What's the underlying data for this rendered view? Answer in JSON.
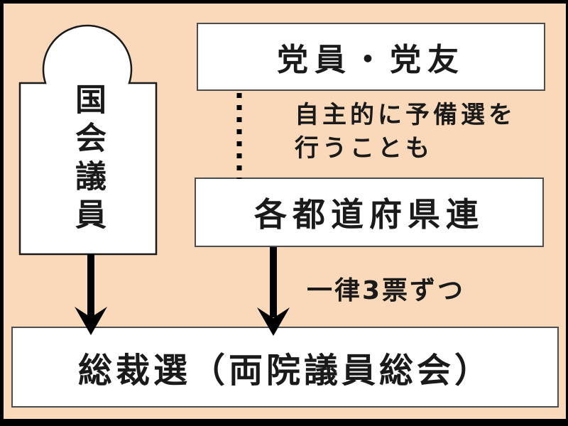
{
  "diagram": {
    "title_implicit": "自民党総裁選の仕組み",
    "nodes": {
      "diet_members": {
        "label": "国会議員"
      },
      "party_members": {
        "label": "党員・党友"
      },
      "prefectural_federations": {
        "label": "各都道府県連"
      },
      "presidential_election": {
        "label": "総裁選（両院議員総会）"
      }
    },
    "annotations": {
      "preliminary_note_lines": [
        "自主的に予備選を",
        "行うことも"
      ],
      "votes_note": "一律3票ずつ"
    },
    "edges": [
      {
        "from": "party_members",
        "to": "prefectural_federations",
        "style": "dotted"
      },
      {
        "from": "prefectural_federations",
        "to": "presidential_election",
        "style": "arrow"
      },
      {
        "from": "diet_members",
        "to": "presidential_election",
        "style": "arrow"
      }
    ]
  },
  "colors": {
    "bg": "#f9d9b9",
    "box-border": "#4d4d4d",
    "ink": "#1a1a1a",
    "arrow": "#000000",
    "frame-border": "#000000"
  }
}
